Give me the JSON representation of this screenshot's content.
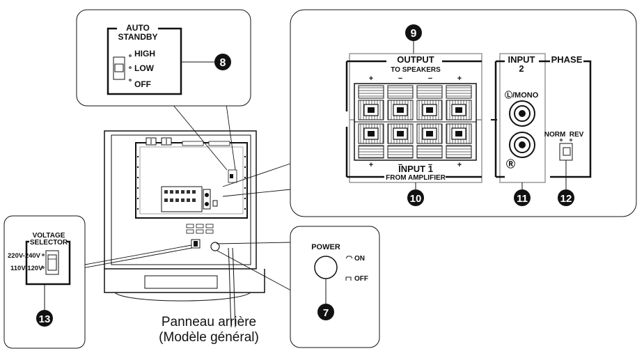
{
  "caption": {
    "line1": "Panneau arrière",
    "line2": "(Modèle général)"
  },
  "auto_standby": {
    "title1": "AUTO",
    "title2": "STANDBY",
    "options": [
      "HIGH",
      "LOW",
      "OFF"
    ],
    "callout": "8"
  },
  "output": {
    "title": "OUTPUT",
    "subtitle": "TO SPEAKERS",
    "polarity": [
      "+",
      "−",
      "−",
      "+"
    ],
    "callout": "9"
  },
  "input1": {
    "title": "INPUT 1",
    "subtitle": "FROM AMPLIFIER",
    "polarity": [
      "+",
      "−",
      "−",
      "+"
    ],
    "callout": "10"
  },
  "input2": {
    "title1": "INPUT",
    "title2": "2",
    "left": "Ⓛ/MONO",
    "right": "Ⓡ",
    "callout": "11"
  },
  "phase": {
    "title": "PHASE",
    "norm": "NORM",
    "rev": "REV",
    "callout": "12"
  },
  "voltage": {
    "title1": "VOLTAGE",
    "title2": "SELECTOR",
    "high": "220V-240V",
    "low": "110V-120V",
    "callout": "13"
  },
  "power": {
    "title": "POWER",
    "on": "ON",
    "off": "OFF",
    "callout": "7"
  }
}
